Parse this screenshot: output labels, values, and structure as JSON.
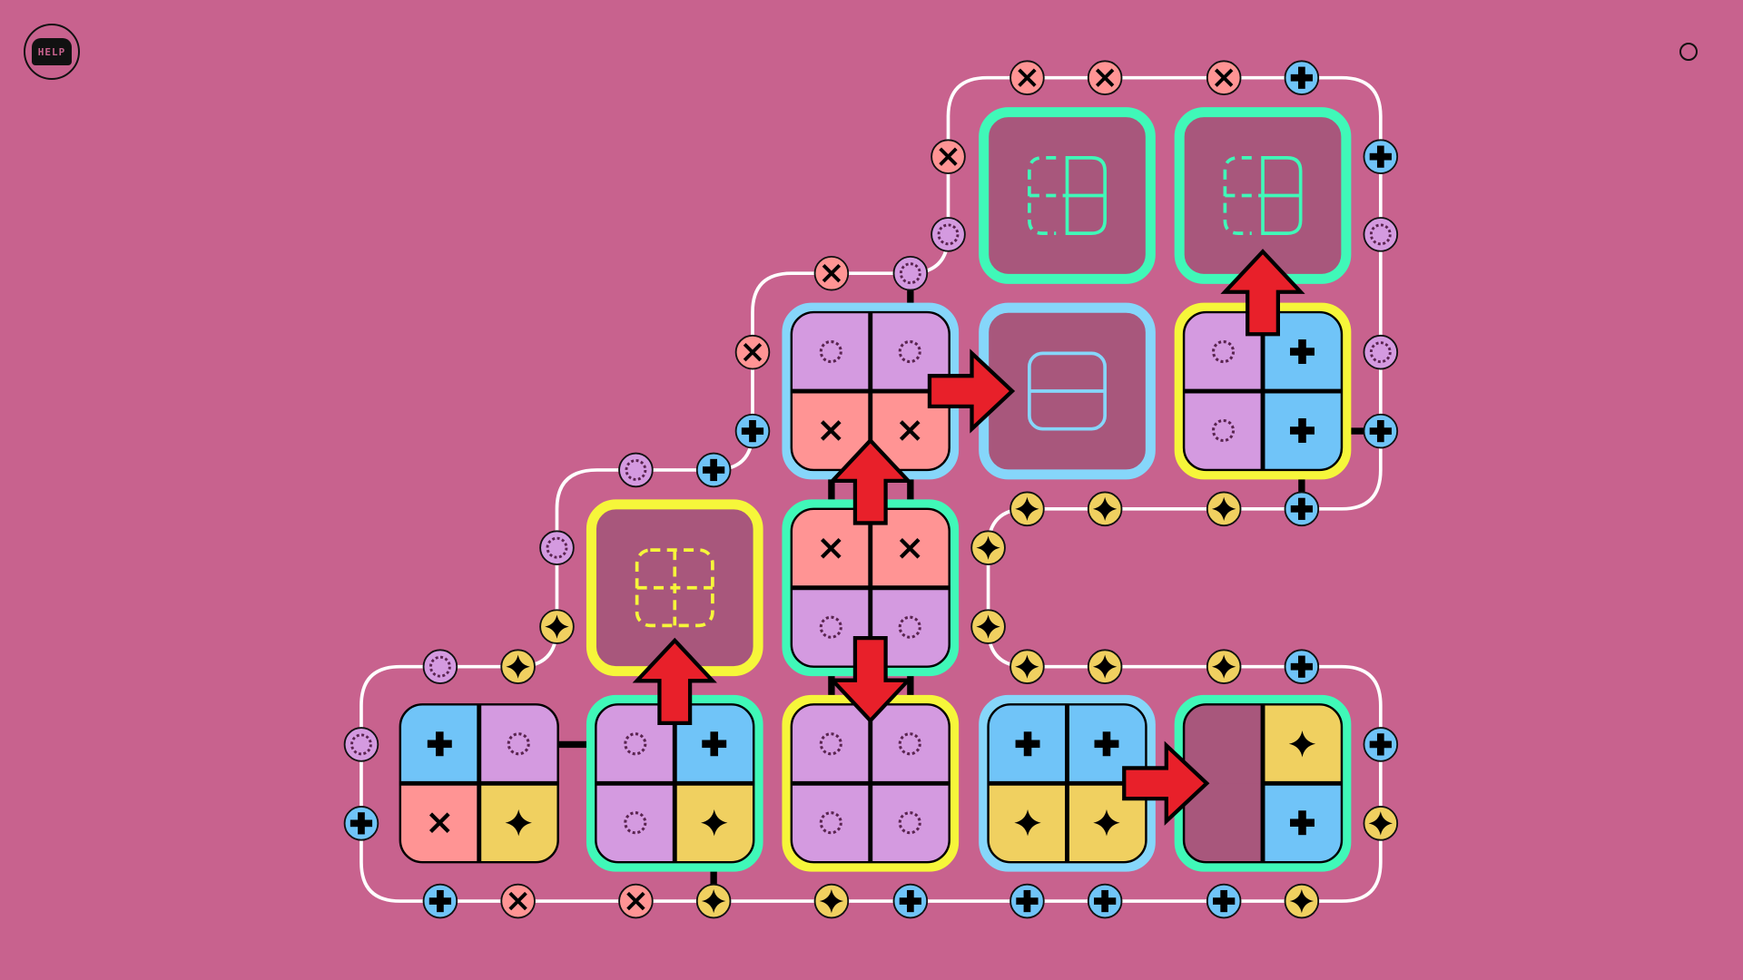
{
  "help_button": {
    "label": "HELP"
  },
  "colors": {
    "background": "#C8628E",
    "dark_tile": "#A8577C",
    "teal": "#40F8B8",
    "blue_border": "#86D6FA",
    "yellow_border": "#F6F63A",
    "purple": "#D49AE0",
    "blue": "#70C4F8",
    "red": "#FF9494",
    "yellow": "#F0D060",
    "arrow": "#E8202A",
    "path": "#FFFFFF"
  },
  "tiles": [
    {
      "id": "r0c3",
      "border": "teal",
      "kind": "empty",
      "icon": "half-dashed-left"
    },
    {
      "id": "r0c4",
      "border": "teal",
      "kind": "empty",
      "icon": "half-dashed-left"
    },
    {
      "id": "r1c2",
      "border": "blue",
      "kind": "quads",
      "quads": [
        "circle",
        "circle",
        "x",
        "x"
      ]
    },
    {
      "id": "r1c3",
      "border": "blue",
      "kind": "empty",
      "icon": "horizontal-split"
    },
    {
      "id": "r1c4",
      "border": "yellow",
      "kind": "quads",
      "quads": [
        "circle",
        "plus",
        "circle",
        "plus"
      ]
    },
    {
      "id": "r2c1",
      "border": "yellow",
      "kind": "empty",
      "icon": "dashed-quads"
    },
    {
      "id": "r2c2",
      "border": "teal",
      "kind": "quads",
      "quads": [
        "x",
        "x",
        "circle",
        "circle"
      ]
    },
    {
      "id": "r3c0",
      "border": "none",
      "kind": "quads",
      "quads": [
        "plus",
        "circle",
        "x",
        "star"
      ]
    },
    {
      "id": "r3c1",
      "border": "teal",
      "kind": "quads",
      "quads": [
        "circle",
        "plus",
        "circle",
        "star"
      ]
    },
    {
      "id": "r3c2",
      "border": "yellow",
      "kind": "quads",
      "quads": [
        "circle",
        "circle",
        "circle",
        "circle"
      ]
    },
    {
      "id": "r3c3",
      "border": "blue",
      "kind": "quads",
      "quads": [
        "plus",
        "plus",
        "star",
        "star"
      ]
    },
    {
      "id": "r3c4",
      "border": "teal",
      "kind": "quads",
      "quads": [
        "empty",
        "star",
        "empty",
        "plus"
      ]
    }
  ],
  "arrows": [
    "up",
    "right",
    "up",
    "down",
    "up",
    "right"
  ],
  "tokens": [
    "x",
    "x",
    "x",
    "plus",
    "plus",
    "circle",
    "circle",
    "plus",
    "x",
    "circle",
    "x",
    "circle",
    "x",
    "plus",
    "circle",
    "plus",
    "circle",
    "star",
    "circle",
    "star",
    "circle",
    "plus",
    "plus",
    "x",
    "x",
    "star",
    "star",
    "plus",
    "plus",
    "plus",
    "plus",
    "star",
    "plus",
    "star",
    "star",
    "star",
    "star",
    "plus",
    "star",
    "star",
    "star",
    "star",
    "star",
    "plus"
  ]
}
